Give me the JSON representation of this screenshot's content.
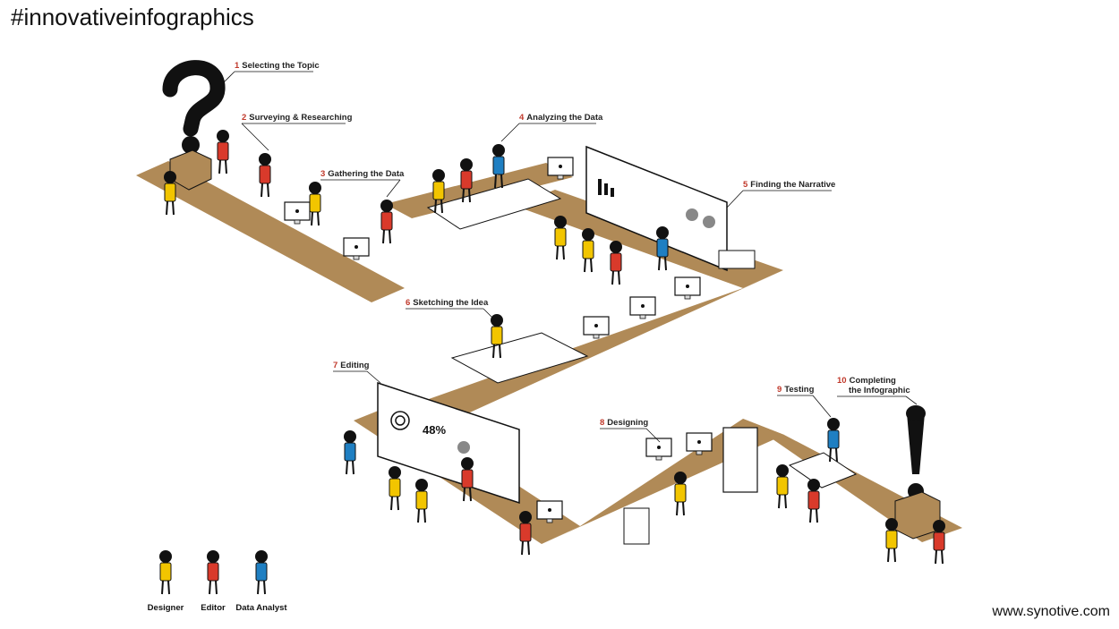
{
  "header": {
    "hashtag": "#innovativeinfographics"
  },
  "footer": {
    "website": "www.synotive.com"
  },
  "steps": [
    {
      "num": "1",
      "label": "Selecting the Topic"
    },
    {
      "num": "2",
      "label": "Surveying & Researching"
    },
    {
      "num": "3",
      "label": "Gathering the Data"
    },
    {
      "num": "4",
      "label": "Analyzing the Data"
    },
    {
      "num": "5",
      "label": "Finding the Narrative"
    },
    {
      "num": "6",
      "label": "Sketching the Idea"
    },
    {
      "num": "7",
      "label": "Editing"
    },
    {
      "num": "8",
      "label": "Designing"
    },
    {
      "num": "9",
      "label": "Testing"
    },
    {
      "num": "10",
      "label": "Completing",
      "label2": "the Infographic"
    }
  ],
  "screen_text": {
    "percent": "48%"
  },
  "legend": [
    {
      "label": "Designer",
      "color": "#f2c500"
    },
    {
      "label": "Editor",
      "color": "#d93a2b"
    },
    {
      "label": "Data Analyst",
      "color": "#1f7fc2"
    }
  ],
  "colors": {
    "desk": "#b08a57",
    "desk_edge": "#8e6a3d",
    "ink": "#111111",
    "accent_red": "#c0392b"
  }
}
